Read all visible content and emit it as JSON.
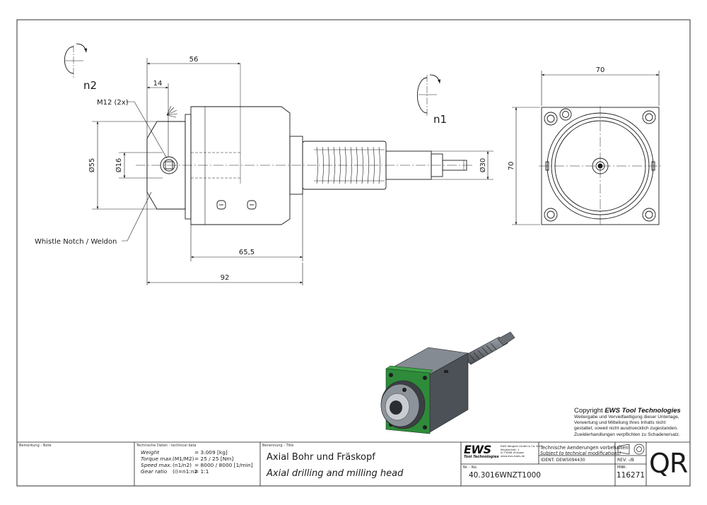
{
  "drawing": {
    "dims": {
      "d56": "56",
      "d14": "14",
      "d70_top": "70",
      "d70_side": "70",
      "d55": "Ø55",
      "d16": "Ø16",
      "d30": "Ø30",
      "d65_5": "65,5",
      "d92": "92"
    },
    "labels": {
      "m12": "M12 (2x)",
      "whistle": "Whistle Notch / Weldon",
      "n1": "n1",
      "n2": "n2"
    }
  },
  "copyright": {
    "prefix": "Copyright ",
    "brand": "EWS Tool Technologies",
    "lines": [
      "Weitergabe und Vervielfaeltigung dieser Unterlage,",
      "Verwertung und Mitteilung ihres Inhalts nicht",
      "gestattet, soweit nicht ausdruecklich zugestanden.",
      "Zuwiderhandlungen verpflichten zu Schadenersatz."
    ]
  },
  "title_block": {
    "remarks_label": "Bemerkung - Note",
    "tech_label": "Technische Daten - technical data",
    "tech_rows": [
      {
        "name": "Weight",
        "key": "",
        "value": "=  3.009 [kg]"
      },
      {
        "name": "Torque max.",
        "key": "(M1/M2)",
        "value": "=  25 / 25 [Nm]"
      },
      {
        "name": "Speed max.",
        "key": "(n1/n2)",
        "value": "=  8000 / 8000 [1/min]"
      },
      {
        "name": "Gear ratio",
        "key": "(i)=n1:n2",
        "value": "=  1:1"
      }
    ],
    "title_label": "Benennung - Title",
    "title_de": "Axial Bohr und Fräskopf",
    "title_en": "Axial drilling and milling head",
    "logo": {
      "mark": "EWS",
      "sub": "Tool Technologies",
      "address": [
        "EWS Weigele GmbH & Co. KG",
        "Maybachstr. 1",
        "D-73066 Uhingen",
        "www.ews-tools.de"
      ]
    },
    "notice_de": "Technische Aenderungen vorbehalten!",
    "notice_en": "Subject to technical modifications!",
    "ident": "IDENT: DEWS094430",
    "rev": "REV:  -/B",
    "nr_label": "Nr. - No.",
    "part_number": "40.3016WNZT1000",
    "mnr_label": "MNR:",
    "drawing_number": "116271",
    "qr": "QR"
  },
  "colors": {
    "line": "#1a1a1a",
    "housing_render": "#5b6066",
    "flange_render": "#2e8b3a"
  }
}
